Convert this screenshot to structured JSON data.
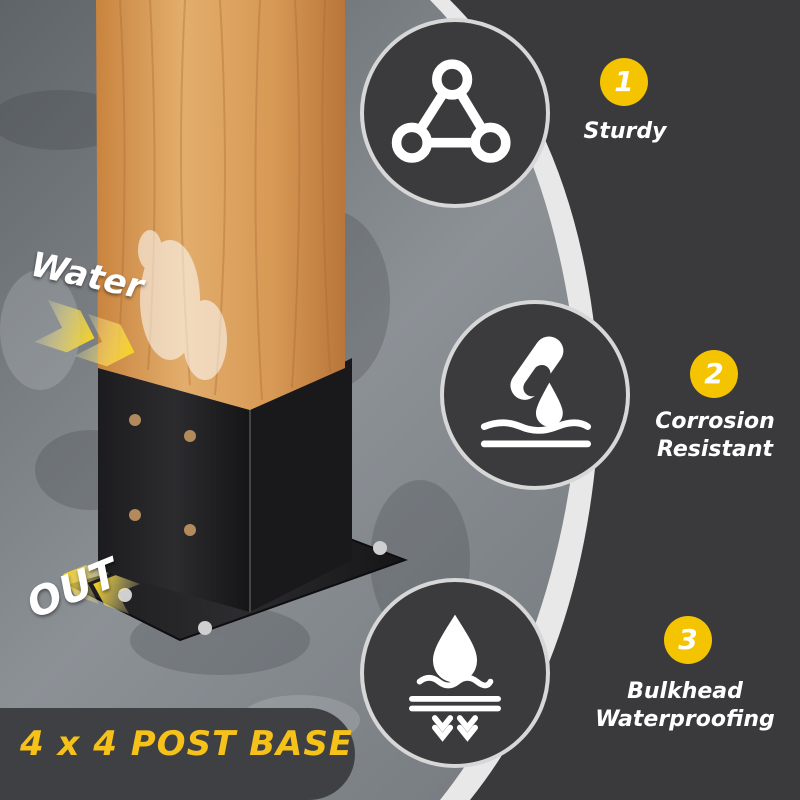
{
  "product": {
    "banner_title": "4 x 4 POST BASE",
    "annotations": {
      "water_label": "Water",
      "out_label": "OUT"
    }
  },
  "features": [
    {
      "number": "1",
      "label_line1": "Sturdy",
      "label_line2": "",
      "icon": "triangle-nodes-icon"
    },
    {
      "number": "2",
      "label_line1": "Corrosion",
      "label_line2": "Resistant",
      "icon": "test-tube-drop-icon"
    },
    {
      "number": "3",
      "label_line1": "Bulkhead",
      "label_line2": "Waterproofing",
      "icon": "water-drop-barrier-icon"
    }
  ],
  "colors": {
    "accent_yellow": "#f5c400",
    "panel_dark": "#3a3a3c",
    "wood": "#d79a5a",
    "steel": "#222224",
    "concrete": "#8f9499"
  }
}
